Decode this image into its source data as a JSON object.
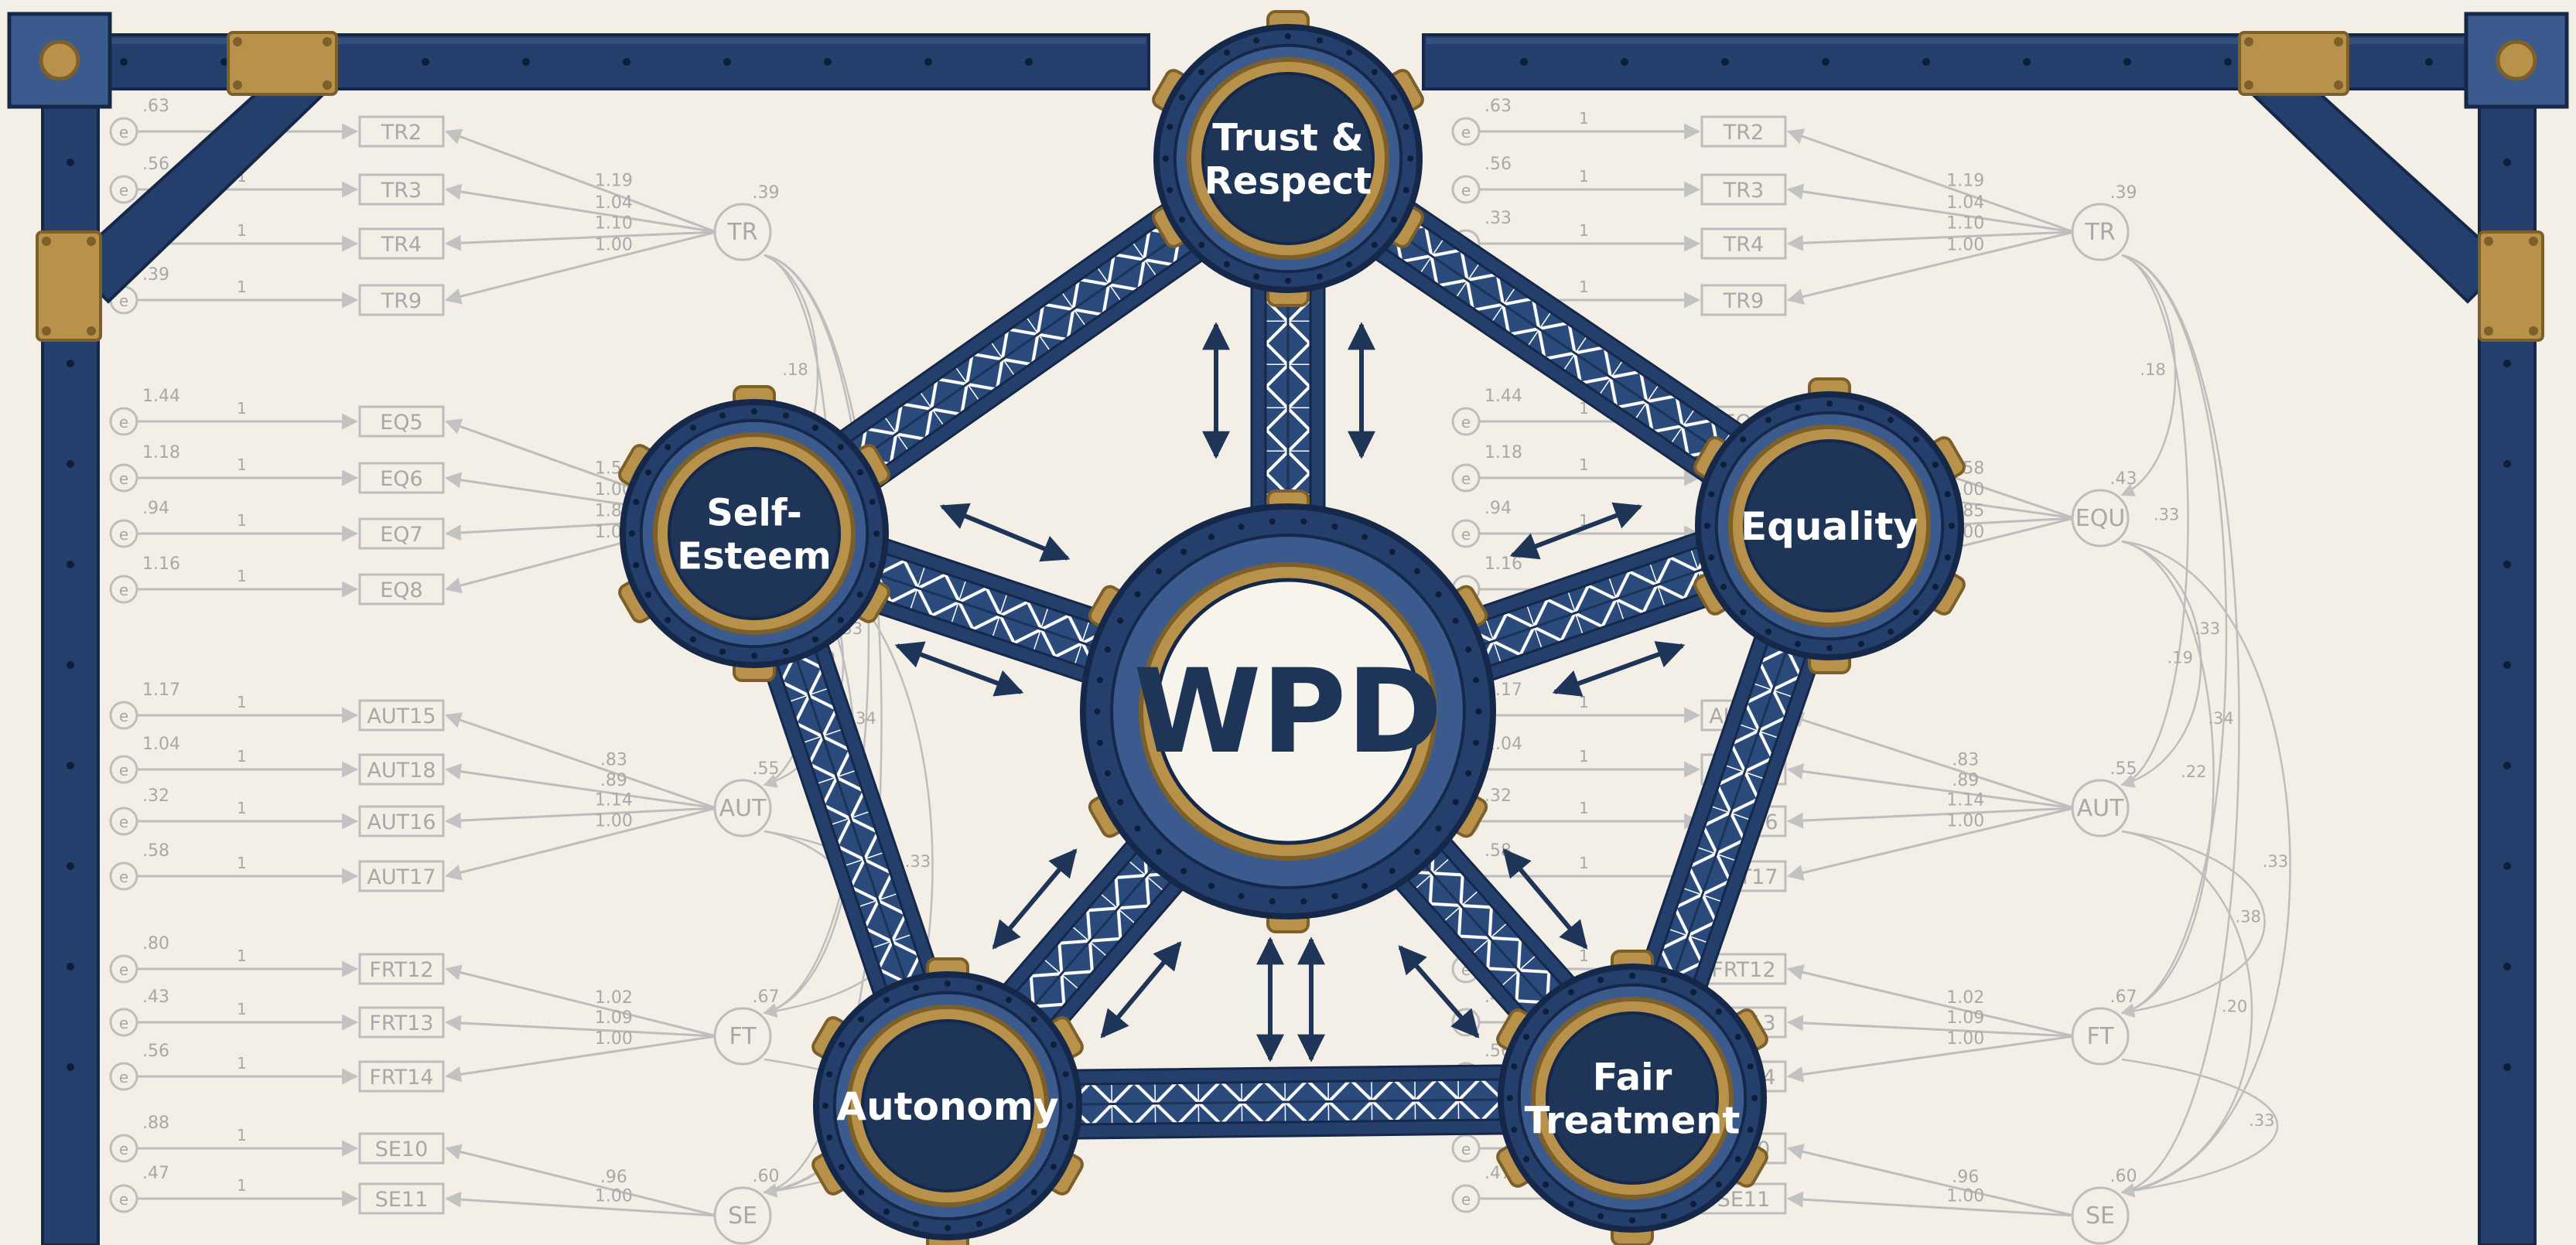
{
  "diagram": {
    "center": {
      "id": "wpd",
      "label": "WPD"
    },
    "nodes": [
      {
        "id": "trust-respect",
        "lines": [
          "Trust &",
          "Respect"
        ]
      },
      {
        "id": "equality",
        "lines": [
          "Equality"
        ]
      },
      {
        "id": "fair-treatment",
        "lines": [
          "Fair",
          "Treatment"
        ]
      },
      {
        "id": "autonomy",
        "lines": [
          "Autonomy"
        ]
      },
      {
        "id": "self-esteem",
        "lines": [
          "Self-",
          "Esteem"
        ]
      }
    ],
    "connections": [
      [
        "trust-respect",
        "equality"
      ],
      [
        "equality",
        "fair-treatment"
      ],
      [
        "fair-treatment",
        "autonomy"
      ],
      [
        "autonomy",
        "self-esteem"
      ],
      [
        "self-esteem",
        "trust-respect"
      ]
    ]
  },
  "background_model": {
    "groups": [
      {
        "latent": "TR",
        "variance": ".39",
        "items": [
          {
            "name": "TR2",
            "error_var": ".63",
            "loading": "1.19"
          },
          {
            "name": "TR3",
            "error_var": ".56",
            "loading": "1.04"
          },
          {
            "name": "TR4",
            "error_var": ".33",
            "loading": "1.10"
          },
          {
            "name": "TR9",
            "error_var": ".39",
            "loading": "1.00"
          }
        ]
      },
      {
        "latent": "EQU",
        "variance": ".43",
        "items": [
          {
            "name": "EQ5",
            "error_var": "1.44",
            "loading": "1.58"
          },
          {
            "name": "EQ6",
            "error_var": "1.18",
            "loading": "1.00"
          },
          {
            "name": "EQ7",
            "error_var": ".94",
            "loading": "1.85"
          },
          {
            "name": "EQ8",
            "error_var": "1.16",
            "loading": "1.00"
          }
        ]
      },
      {
        "latent": "AUT",
        "variance": ".55",
        "items": [
          {
            "name": "AUT15",
            "error_var": "1.17",
            "loading": ".83"
          },
          {
            "name": "AUT18",
            "error_var": "1.04",
            "loading": ".89"
          },
          {
            "name": "AUT16",
            "error_var": ".32",
            "loading": "1.14"
          },
          {
            "name": "AUT17",
            "error_var": ".58",
            "loading": "1.00"
          }
        ]
      },
      {
        "latent": "FT",
        "variance": ".67",
        "items": [
          {
            "name": "FRT12",
            "error_var": ".80",
            "loading": "1.02"
          },
          {
            "name": "FRT13",
            "error_var": ".43",
            "loading": "1.09"
          },
          {
            "name": "FRT14",
            "error_var": ".56",
            "loading": "1.00"
          }
        ]
      },
      {
        "latent": "SE",
        "variance": ".60",
        "items": [
          {
            "name": "SE10",
            "error_var": ".88",
            "loading": ".96"
          },
          {
            "name": "SE11",
            "error_var": ".47",
            "loading": "1.00"
          }
        ]
      }
    ],
    "fixed_path": "1",
    "covariances": [
      ".18",
      ".33",
      ".19",
      ".22",
      ".33",
      ".34",
      ".20",
      ".38",
      ".33",
      ".33"
    ]
  },
  "colors": {
    "background": "#f3efe6",
    "steel": "#243f6b",
    "steel_dark": "#15284a",
    "steel_light": "#3b5b8e",
    "brass": "#b8924a",
    "brass_dark": "#7d5f2a",
    "faint": "#bdbdbd",
    "faint_text": "#a8a8a8"
  }
}
